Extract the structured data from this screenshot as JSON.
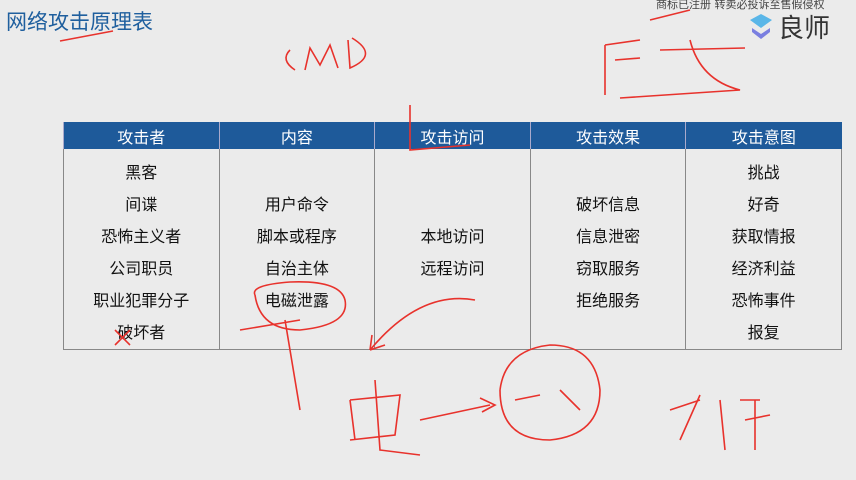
{
  "slide": {
    "title": "网络攻击原理表",
    "notice": "商标已注册 转卖必投诉至售假侵权",
    "logo_text": "良师"
  },
  "table": {
    "headers": [
      "攻击者",
      "内容",
      "攻击访问",
      "攻击效果",
      "攻击意图"
    ],
    "columns": [
      [
        "黑客",
        "间谍",
        "恐怖主义者",
        "公司职员",
        "职业犯罪分子",
        "破坏者"
      ],
      [
        "",
        "用户命令",
        "脚本或程序",
        "自治主体",
        "电磁泄露",
        ""
      ],
      [
        "",
        "",
        "本地访问",
        "远程访问",
        "",
        ""
      ],
      [
        "",
        "破坏信息",
        "信息泄密",
        "窃取服务",
        "拒绝服务",
        ""
      ],
      [
        "挑战",
        "好奇",
        "获取情报",
        "经济利益",
        "恐怖事件",
        "报复"
      ]
    ]
  },
  "annotations": {
    "ink_color": "#e8322c"
  }
}
